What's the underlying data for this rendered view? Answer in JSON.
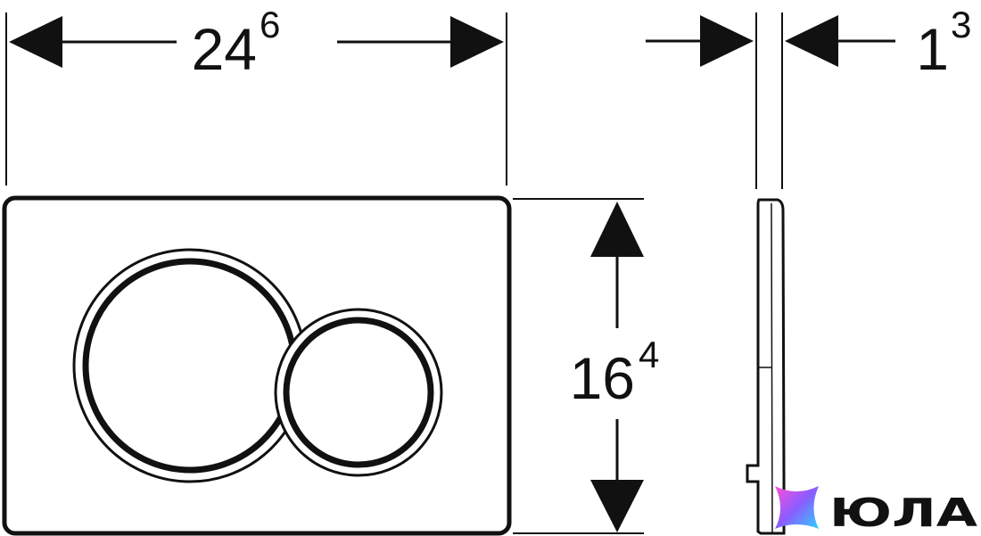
{
  "dimensions": {
    "width": {
      "value": "24",
      "sup": "6"
    },
    "height": {
      "value": "16",
      "sup": "4"
    },
    "depth": {
      "value": "1",
      "sup": "3"
    }
  },
  "watermark": {
    "text": "ЮЛА",
    "colors": [
      "#ff4fd8",
      "#8a5cff",
      "#2fd1ff"
    ]
  },
  "colors": {
    "line": "#111111",
    "background": "#ffffff"
  }
}
